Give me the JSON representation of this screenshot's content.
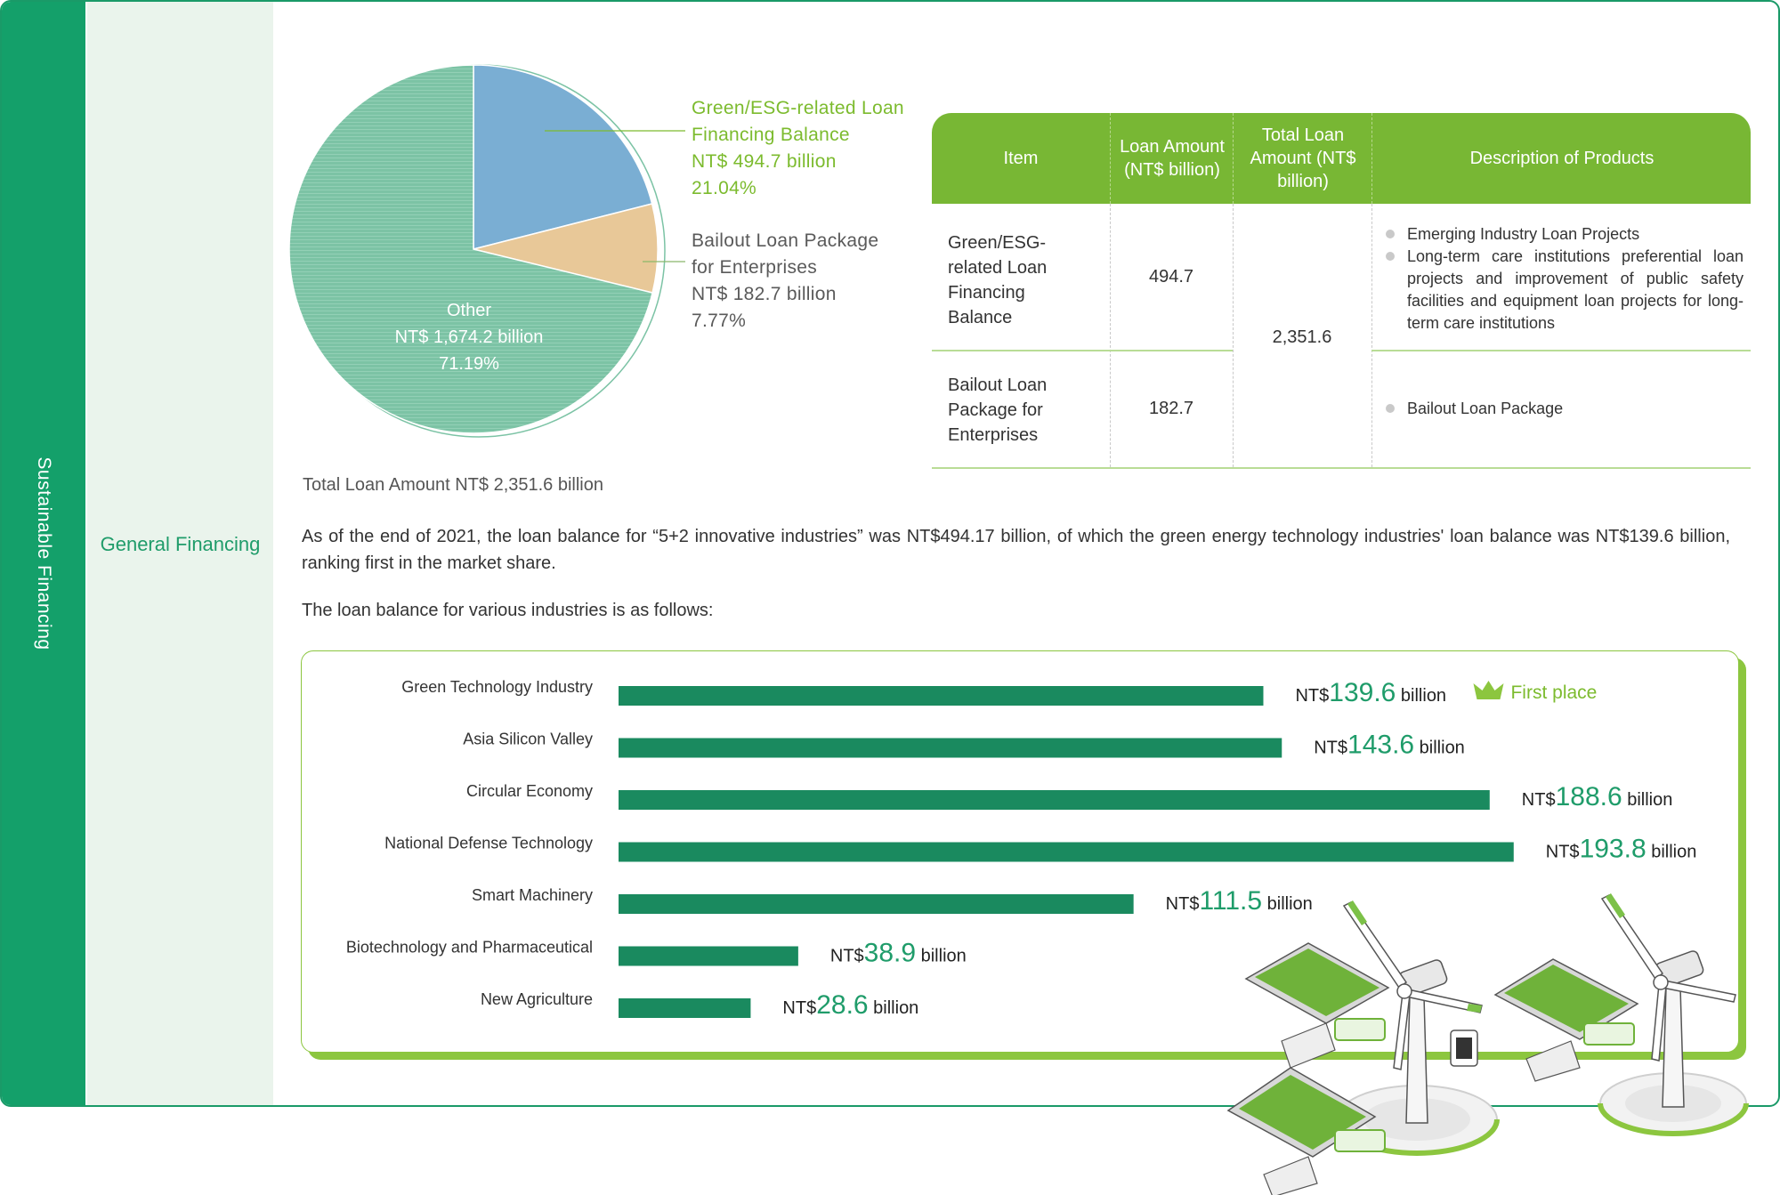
{
  "sidebar": {
    "section": "Sustainable Financing",
    "subsection": "General Financing"
  },
  "colors": {
    "primary_green": "#14a06a",
    "lime": "#78b734",
    "bar": "#1a8a5f",
    "pie_blue": "#7aaed3",
    "pie_tan": "#e8c898",
    "pie_green": "#7cc3a5"
  },
  "pie_chart": {
    "type": "pie",
    "slices": [
      {
        "lines": [
          "Green/ESG-related Loan",
          "Financing Balance",
          "NT$ 494.7 billion",
          "21.04%"
        ],
        "value": 494.7,
        "percent": 21.04
      },
      {
        "lines": [
          "Bailout Loan Package",
          "for Enterprises",
          "NT$ 182.7 billion",
          "7.77%"
        ],
        "value": 182.7,
        "percent": 7.77
      },
      {
        "lines": [
          "Other",
          "NT$ 1,674.2 billion",
          "71.19%"
        ],
        "value": 1674.2,
        "percent": 71.19
      }
    ],
    "total_label": "Total Loan Amount NT$ 2,351.6 billion"
  },
  "table": {
    "headers": [
      "Item",
      "Loan Amount (NT$ billion)",
      "Total Loan Amount (NT$ billion)",
      "Description of Products"
    ],
    "total_value": "2,351.6",
    "rows": [
      {
        "item": "Green/ESG-related Loan Financing Balance",
        "amount": "494.7",
        "desc": [
          "Emerging Industry Loan Projects",
          "Long-term care institutions preferential loan projects and improvement of public safety facilities and equipment loan projects for long-term care institutions"
        ]
      },
      {
        "item": "Bailout Loan Package for Enterprises",
        "amount": "182.7",
        "desc": [
          "Bailout Loan Package"
        ]
      }
    ]
  },
  "paragraphs": {
    "p1": "As of the end of 2021, the loan balance for “5+2 innovative industries” was NT$494.17 billion, of which the green energy technology industries' loan balance was NT$139.6 billion, ranking first in the market share.",
    "p2": "The loan balance for various industries is as follows:"
  },
  "chart_data": {
    "type": "bar",
    "orientation": "horizontal",
    "categories": [
      "Green Technology Industry",
      "Asia Silicon Valley",
      "Circular Economy",
      "National Defense Technology",
      "Smart Machinery",
      "Biotechnology and Pharmaceutical",
      "New Agriculture"
    ],
    "values": [
      139.6,
      143.6,
      188.6,
      193.8,
      111.5,
      38.9,
      28.6
    ],
    "value_prefix": "NT$",
    "value_suffix": "billion",
    "annotation": "First place",
    "xlim": [
      0,
      195
    ]
  }
}
